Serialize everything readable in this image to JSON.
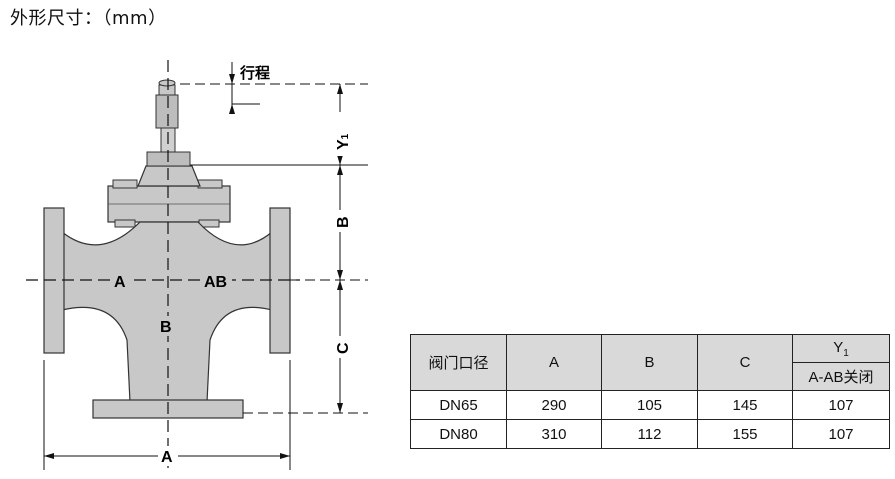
{
  "title": "外形尺寸：（mm）",
  "drawing": {
    "stroke_label": "行程",
    "labels": {
      "a_port": "A",
      "ab_port": "AB",
      "b_port": "B",
      "dim_a": "A",
      "dim_b": "B",
      "dim_c": "C",
      "dim_y1": "Y",
      "dim_y1_sub": "1"
    }
  },
  "table": {
    "headers": {
      "valve": "阀门口径",
      "a": "A",
      "b": "B",
      "c": "C",
      "y": "Y",
      "y_sub": "1",
      "y_note": "A-AB关闭"
    },
    "rows": [
      {
        "valve": "DN65",
        "a": "290",
        "b": "105",
        "c": "145",
        "y": "107"
      },
      {
        "valve": "DN80",
        "a": "310",
        "b": "112",
        "c": "155",
        "y": "107"
      }
    ]
  }
}
